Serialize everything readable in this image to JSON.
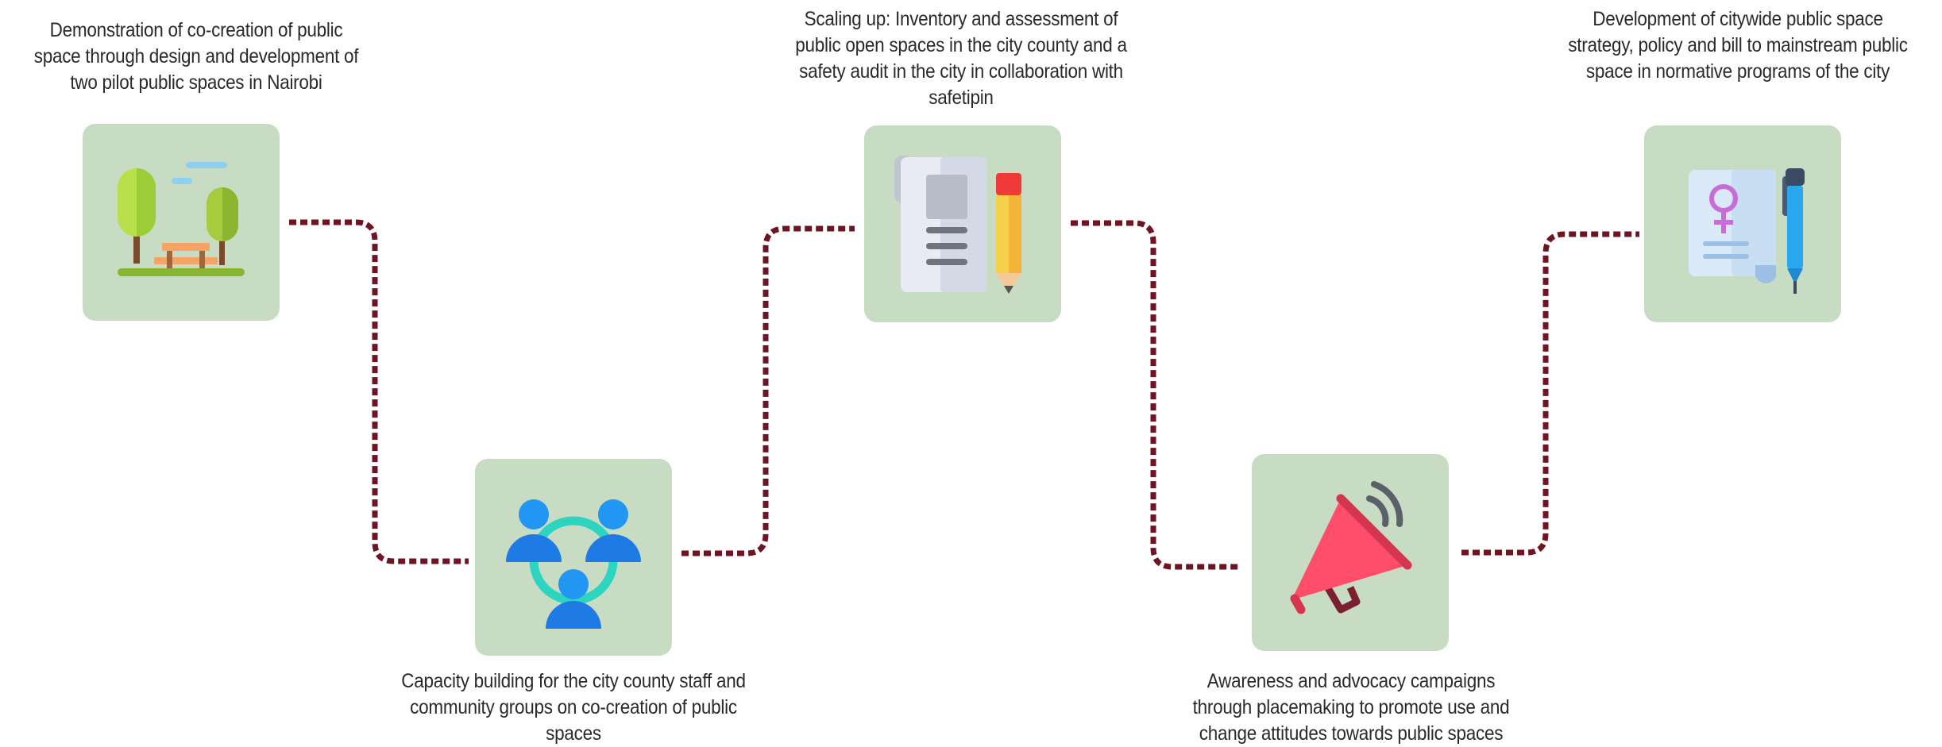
{
  "steps": [
    {
      "icon": "park-icon",
      "caption": "Demonstration of co-creation of public space through design and development of two pilot public spaces in Nairobi"
    },
    {
      "icon": "community-group-icon",
      "caption": "Capacity building for the city county staff and community groups on co-creation of public spaces"
    },
    {
      "icon": "inventory-document-pencil-icon",
      "caption": "Scaling up: Inventory and assessment of public open spaces in the city county and a safety audit in the city in collaboration with safetipin"
    },
    {
      "icon": "megaphone-icon",
      "caption": "Awareness and advocacy campaigns through placemaking  to promote use and change attitudes towards public spaces"
    },
    {
      "icon": "policy-document-pen-icon",
      "caption": "Development of citywide public space strategy, policy and bill to mainstream public space in normative programs of the city"
    }
  ],
  "colors": {
    "card_background": "#c8dcc4",
    "connector": "#6e1423",
    "caption_text": "#2a2a2a"
  }
}
